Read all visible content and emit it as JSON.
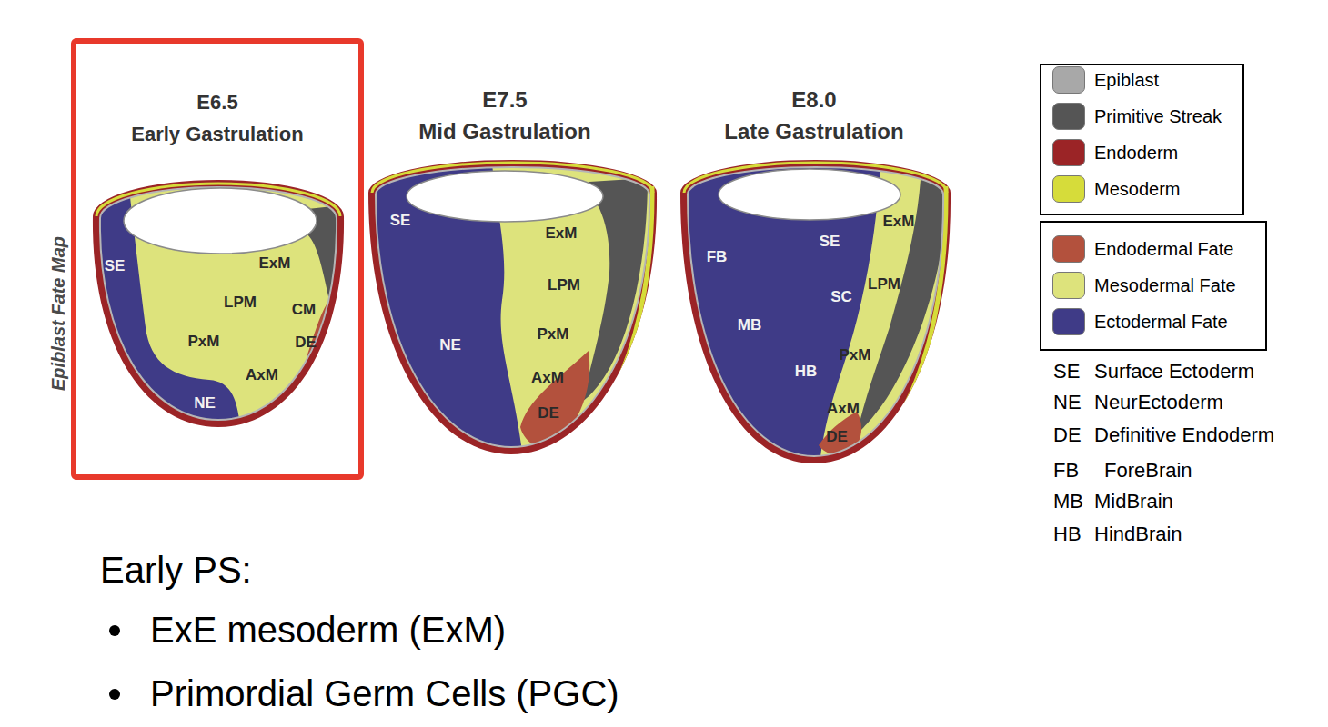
{
  "diagram": {
    "nodes": [
      {
        "text": [
          "E6.5",
          "Early Gastrulation"
        ]
      }
    ],
    "labels": [
      "E7.5",
      "Mid Gastrulation",
      "E8.0",
      "Late Gastrulation",
      "Epiblast Fate Map",
      "SE",
      "ExM",
      "LPM",
      "CM",
      "PxM",
      "DE",
      "AxM",
      "NE",
      "SE",
      "ExM",
      "LPM",
      "NE",
      "PxM",
      "AxM",
      "DE",
      "FB",
      "SE",
      "ExM",
      "SC",
      "LPM",
      "MB",
      "PxM",
      "HB",
      "AxM",
      "DE",
      "SE",
      "Surface Ectoderm",
      "NE",
      "NeurEctoderm",
      "DE",
      "Definitive Endoderm",
      "FB",
      "ForeBrain",
      "MB",
      "MidBrain",
      "HB",
      "HindBrain",
      "Early PS:",
      "ExE mesoderm (ExM)",
      "Primordial Germ Cells (PGC)"
    ],
    "legend": [
      {
        "text": "Epiblast",
        "color": "#a8a8a8"
      },
      {
        "text": "Primitive Streak",
        "color": "#555555"
      },
      {
        "text": "Endoderm",
        "color": "#9b2426"
      },
      {
        "text": "Mesoderm",
        "color": "#d6dc3a"
      },
      {
        "text": "Endodermal Fate",
        "color": "#b3513d"
      },
      {
        "text": "Mesodermal Fate",
        "color": "#dde37c"
      },
      {
        "text": "Ectodermal Fate",
        "color": "#3f3b87"
      }
    ]
  }
}
